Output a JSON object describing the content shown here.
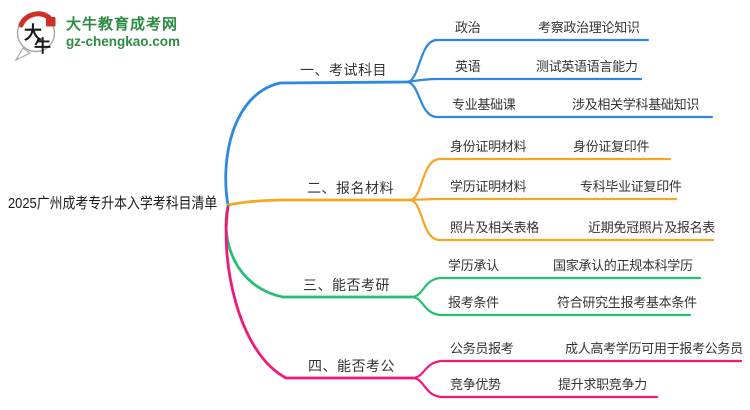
{
  "logo": {
    "icon_chars": "大牛",
    "icon_char_top": "大",
    "icon_char_bottom": "牛",
    "site_name": "大牛教育成考网",
    "site_url": "gz-chengkao.com",
    "brand_green": "#2e8b44",
    "brand_red": "#cf3128"
  },
  "title": "2025广州成考专升本入学考科目清单",
  "colors": {
    "blue": "#2f87e0",
    "orange": "#f5a623",
    "green": "#26bf71",
    "pink": "#f0197b",
    "text": "#333333"
  },
  "branches": [
    {
      "label": "一、考试科目",
      "color": "#2f87e0",
      "children": [
        {
          "label": "政治",
          "desc": "考察政治理论知识"
        },
        {
          "label": "英语",
          "desc": "测试英语语言能力"
        },
        {
          "label": "专业基础课",
          "desc": "涉及相关学科基础知识"
        }
      ]
    },
    {
      "label": "二、报名材料",
      "color": "#f5a623",
      "children": [
        {
          "label": "身份证明材料",
          "desc": "身份证复印件"
        },
        {
          "label": "学历证明材料",
          "desc": "专科毕业证复印件"
        },
        {
          "label": "照片及相关表格",
          "desc": "近期免冠照片及报名表"
        }
      ]
    },
    {
      "label": "三、能否考研",
      "color": "#26bf71",
      "children": [
        {
          "label": "学历承认",
          "desc": "国家承认的正规本科学历"
        },
        {
          "label": "报考条件",
          "desc": "符合研究生报考基本条件"
        }
      ]
    },
    {
      "label": "四、能否考公",
      "color": "#f0197b",
      "children": [
        {
          "label": "公务员报考",
          "desc": "成人高考学历可用于报考公务员"
        },
        {
          "label": "竞争优势",
          "desc": "提升求职竞争力"
        }
      ]
    }
  ]
}
